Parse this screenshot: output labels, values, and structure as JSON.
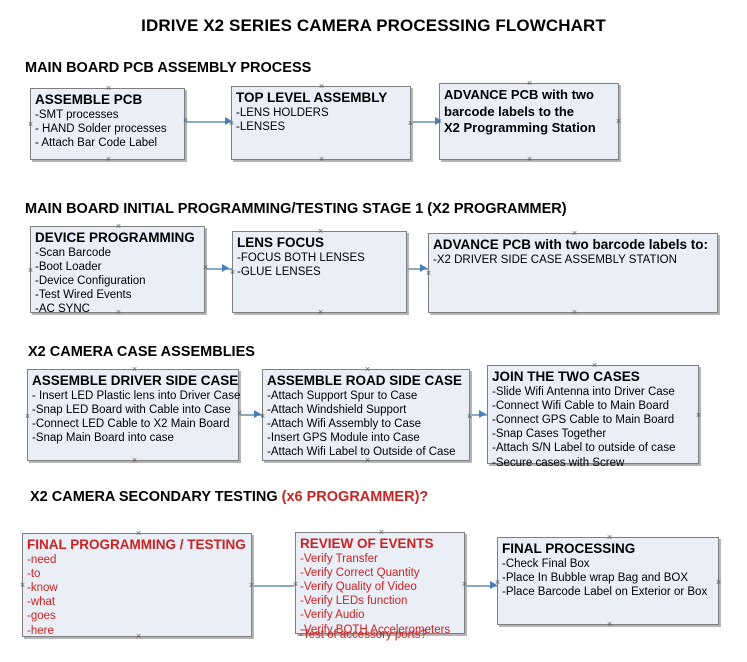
{
  "document": {
    "title": "IDRIVE X2  SERIES CAMERA PROCESSING FLOWCHART"
  },
  "colors": {
    "box_fill": "#e9eef7",
    "box_border": "#7f7f7f",
    "connector": "#8fa9c2",
    "arrow": "#4a7ebb",
    "red_text": "#cc2222",
    "black_text": "#000000"
  },
  "sections": [
    {
      "id": "main-board-pcb-assembly",
      "heading": "MAIN BOARD PCB ASSEMBLY PROCESS",
      "heading_suffix": "",
      "boxes": [
        {
          "id": "assemble-pcb",
          "title": "ASSEMBLE PCB",
          "lines": [
            "-SMT processes",
            "- HAND Solder processes",
            "- Attach Bar Code Label"
          ]
        },
        {
          "id": "top-level-assembly",
          "title": "TOP LEVEL ASSEMBLY",
          "lines": [
            "-LENS HOLDERS",
            "-LENSES"
          ]
        },
        {
          "id": "advance-pcb-to-x2-programming-station",
          "title": "",
          "lines": [
            "ADVANCE PCB with two",
            "barcode labels to the",
            " X2 Programming Station"
          ]
        }
      ]
    },
    {
      "id": "main-board-initial-programming",
      "heading": "MAIN BOARD INITIAL PROGRAMMING/TESTING STAGE 1 (X2 PROGRAMMER)",
      "heading_suffix": "",
      "boxes": [
        {
          "id": "device-programming",
          "title": "DEVICE PROGRAMMING",
          "lines": [
            "-Scan Barcode",
            "-Boot Loader",
            "-Device Configuration",
            "-Test Wired Events",
            "-AC SYNC"
          ]
        },
        {
          "id": "lens-focus",
          "title": "LENS FOCUS",
          "lines": [
            "-FOCUS BOTH LENSES",
            "-GLUE LENSES"
          ]
        },
        {
          "id": "advance-pcb-to-driver-side-case-station",
          "title": "ADVANCE PCB with two barcode labels to:",
          "lines": [
            "-X2 DRIVER  SIDE  CASE  ASSEMBLY STATION"
          ]
        }
      ]
    },
    {
      "id": "x2-camera-case-assemblies",
      "heading": "X2 CAMERA CASE ASSEMBLIES",
      "heading_suffix": "",
      "boxes": [
        {
          "id": "assemble-driver-side-case",
          "title": "ASSEMBLE DRIVER SIDE CASE",
          "lines": [
            "- Insert LED Plastic lens into Driver Case",
            "-Snap LED Board with Cable into Case",
            "-Connect LED Cable to X2 Main Board",
            "-Snap Main Board into case"
          ]
        },
        {
          "id": "assemble-road-side-case",
          "title": "ASSEMBLE ROAD SIDE CASE",
          "lines": [
            "-Attach Support Spur to Case",
            "-Attach Windshield Support",
            "-Attach Wifi Assembly to Case",
            "-Insert GPS Module into Case",
            "-Attach Wifi Label to Outside of Case"
          ]
        },
        {
          "id": "join-the-two-cases",
          "title": "JOIN THE TWO CASES",
          "lines": [
            "-Slide Wifi Antenna into Driver Case",
            "-Connect Wifi Cable to Main Board",
            "-Connect GPS Cable to Main Board",
            "-Snap Cases Together",
            "-Attach S/N Label to outside of case",
            "-Secure cases with Screw"
          ]
        }
      ]
    },
    {
      "id": "x2-camera-secondary-testing",
      "heading": "X2 CAMERA SECONDARY TESTING ",
      "heading_suffix": "(x6 PROGRAMMER)?",
      "boxes": [
        {
          "id": "final-programming-testing",
          "title": "FINAL PROGRAMMING / TESTING",
          "lines": [
            "-need",
            "-to",
            "-know",
            "-what",
            "-goes",
            "-here"
          ]
        },
        {
          "id": "review-of-events",
          "title": "REVIEW OF EVENTS",
          "lines": [
            "-Verify Transfer",
            "-Verify Correct Quantity",
            "-Verify Quality of Video",
            "-Verify LEDs function",
            "-Verify Audio",
            "-Verify BOTH Accelerometers"
          ],
          "overflow_line": "-Test of accessory ports?"
        },
        {
          "id": "final-processing",
          "title": "FINAL PROCESSING",
          "lines": [
            "-Check Final Box",
            "-Place In Bubble wrap Bag and BOX",
            "-Place Barcode Label on Exterior or Box"
          ]
        }
      ]
    }
  ]
}
